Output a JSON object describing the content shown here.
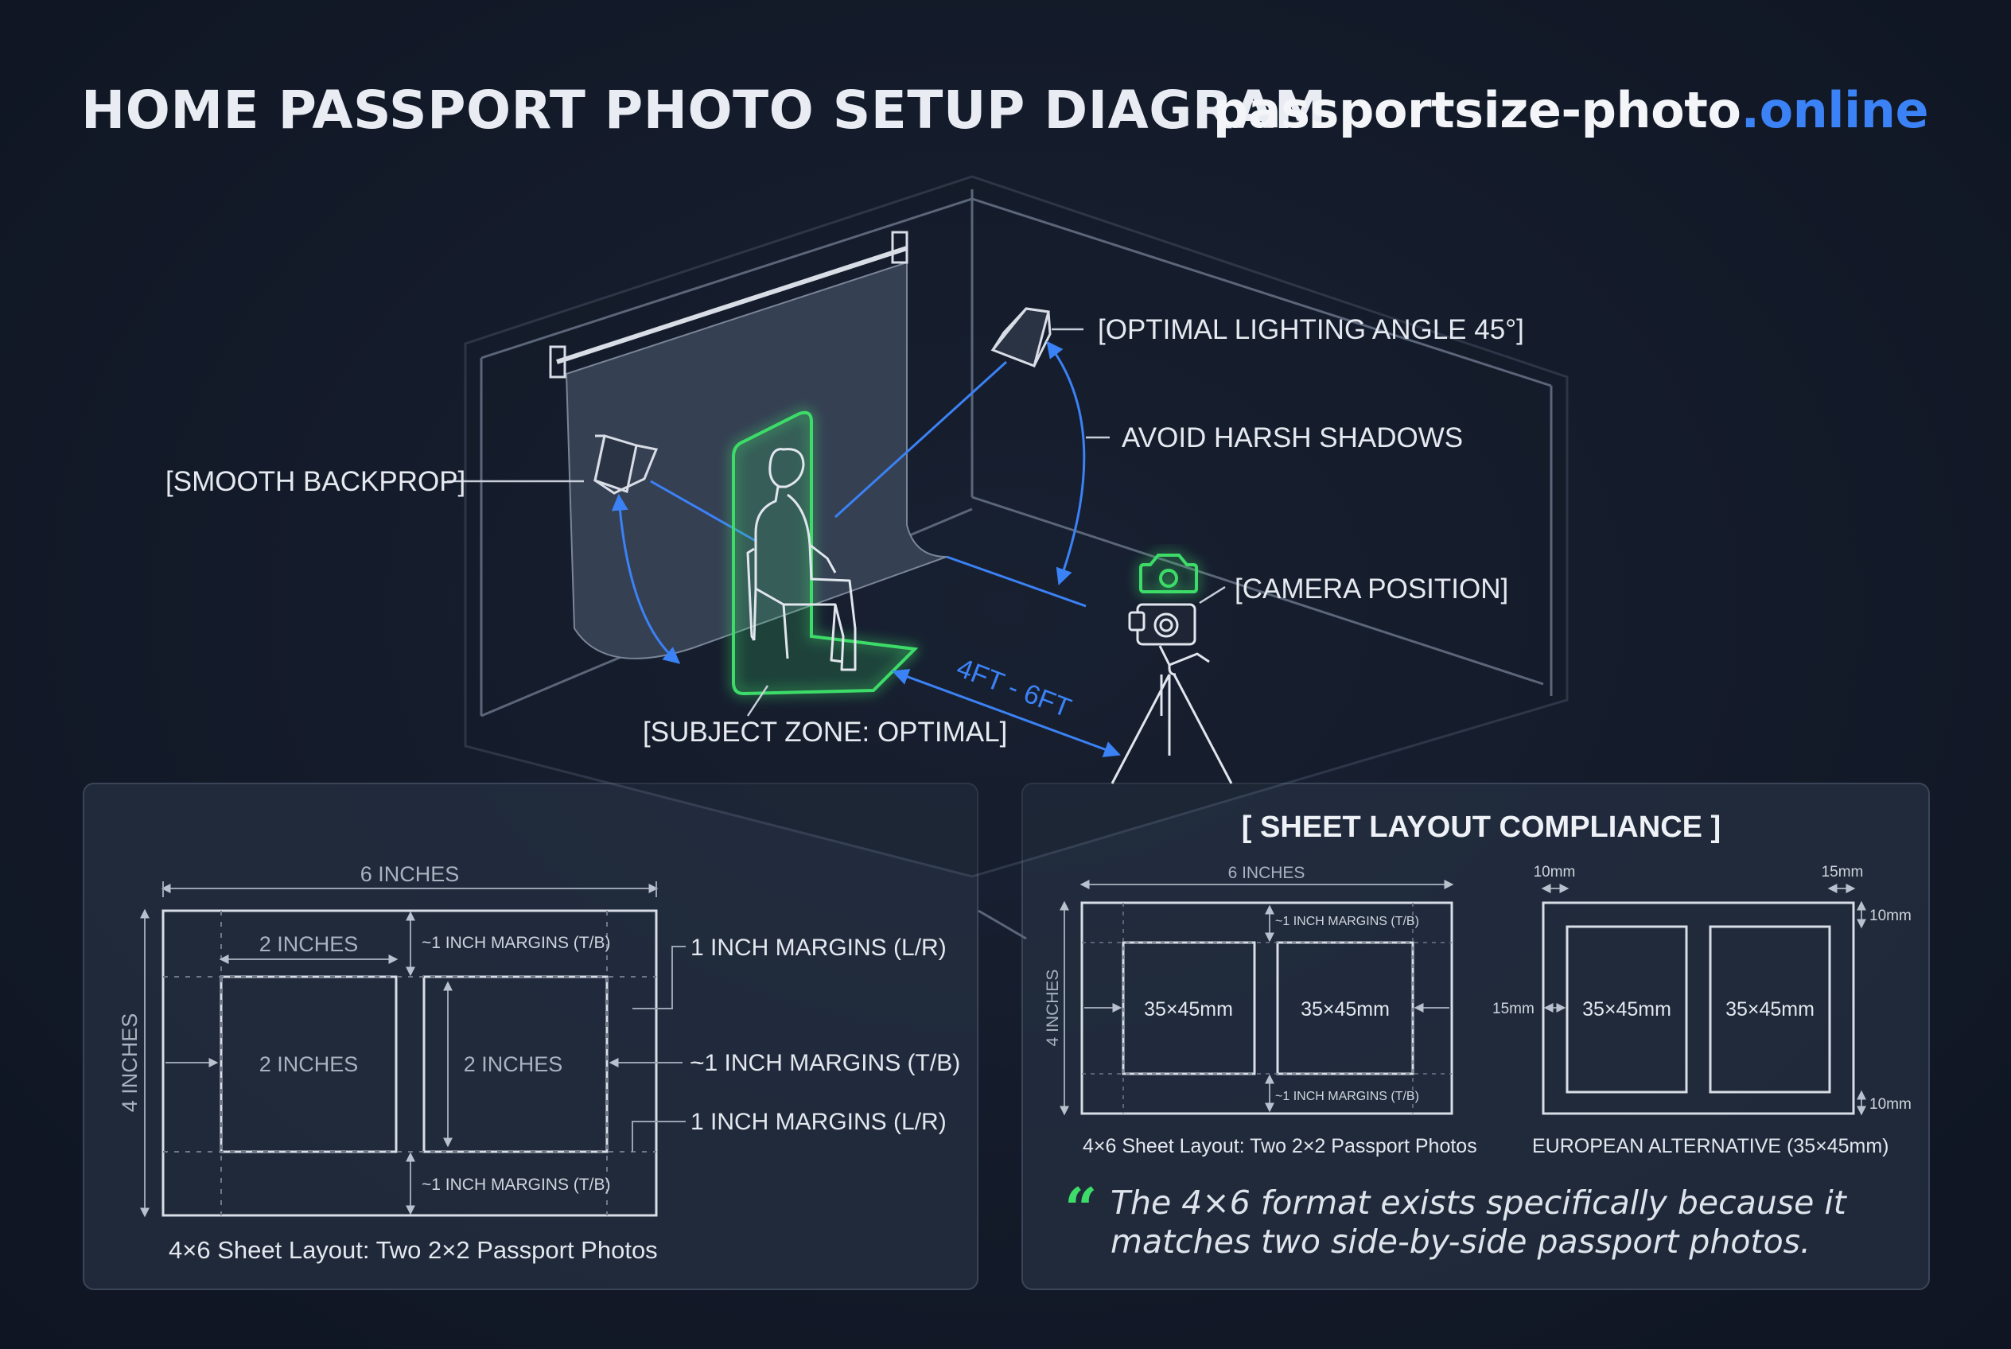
{
  "header": {
    "title": "HOME PASSPORT PHOTO SETUP DIAGRAM",
    "brand_main": "passportsize-photo",
    "brand_tld": ".online"
  },
  "scene": {
    "labels": {
      "lighting_angle": "[OPTIMAL LIGHTING ANGLE 45°]",
      "avoid_shadows": "AVOID HARSH SHADOWS",
      "backdrop": "[SMOOTH BACKPROP]",
      "camera_position": "[CAMERA POSITION]",
      "distance": "4FT - 6FT",
      "subject_zone": "[SUBJECT ZONE: OPTIMAL]"
    }
  },
  "left_panel": {
    "width_label": "6 INCHES",
    "height_label": "4 INCHES",
    "photo_width_label": "2 INCHES",
    "photo1_label": "2 INCHES",
    "photo2_label": "2 INCHES",
    "top_margin_label": "~1 INCH MARGINS (T/B)",
    "bottom_margin_label": "~1 INCH MARGINS (T/B)",
    "callout_lr_top": "1 INCH MARGINS (L/R)",
    "callout_tb": "~1 INCH MARGINS (T/B)",
    "callout_lr_bottom": "1 INCH MARGINS (L/R)",
    "caption": "4×6 Sheet Layout: Two 2×2 Passport Photos"
  },
  "right_panel": {
    "heading": "[ SHEET LAYOUT COMPLIANCE ]",
    "us_sheet": {
      "width_label": "6 INCHES",
      "height_label": "4 INCHES",
      "top_margin_label": "~1 INCH MARGINS (T/B)",
      "bottom_margin_label": "~1 INCH MARGINS (T/B)",
      "photo1_label": "35×45mm",
      "photo2_label": "35×45mm",
      "caption": "4×6 Sheet Layout: Two 2×2 Passport Photos"
    },
    "eu_sheet": {
      "margin_left_top": "10mm",
      "margin_right_top": "15mm",
      "margin_right_upper": "10mm",
      "margin_side": "15mm",
      "margin_right_lower": "10mm",
      "photo1_label": "35×45mm",
      "photo2_label": "35×45mm",
      "caption": "EUROPEAN ALTERNATIVE (35×45mm)"
    },
    "quote_mark": "“",
    "quote_line1": "The 4×6 format exists specifically because it",
    "quote_line2": "matches two side-by-side passport photos."
  },
  "colors": {
    "accent_green": "#3ddc68",
    "accent_blue": "#3b82f6",
    "line": "#d8dde6"
  }
}
